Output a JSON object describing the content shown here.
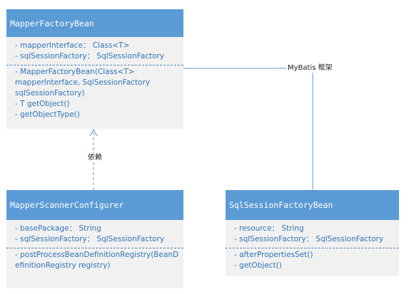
{
  "classes": {
    "mapper_factory_bean": {
      "name": "MapperFactoryBean",
      "attributes": [
        "- mapperInterface： Class<T>",
        "- sqlSessionFactory： SqlSessionFactory"
      ],
      "operations": [
        "- MapperFactoryBean(Class<T> mapperInterface, SqlSessionFactory sqlSessionFactory)",
        "- T getObject()",
        "- getObjectType()"
      ]
    },
    "mapper_scanner_configurer": {
      "name": "MapperScannerConfigurer",
      "attributes": [
        "- basePackage： String",
        "- sqlSessionFactory： SqlSessionFactory"
      ],
      "operations": [
        "- postProcessBeanDefinitionRegistry(BeanDefinitionRegistry registry)"
      ]
    },
    "sql_session_factory_bean": {
      "name": "SqlSessionFactoryBean",
      "attributes": [
        "- resource： String",
        "- sqlSessionFactory： SqlSessionFactory"
      ],
      "operations": [
        "- afterPropertiesSet()",
        "- getObject()"
      ]
    }
  },
  "connectors": {
    "dependency_label": "依赖",
    "framework_label": "MyBatis 框架"
  },
  "colors": {
    "header": "#5b9bd5",
    "body": "#f1f1f1",
    "text": "#2e75b6",
    "line": "#5b9bd5"
  }
}
